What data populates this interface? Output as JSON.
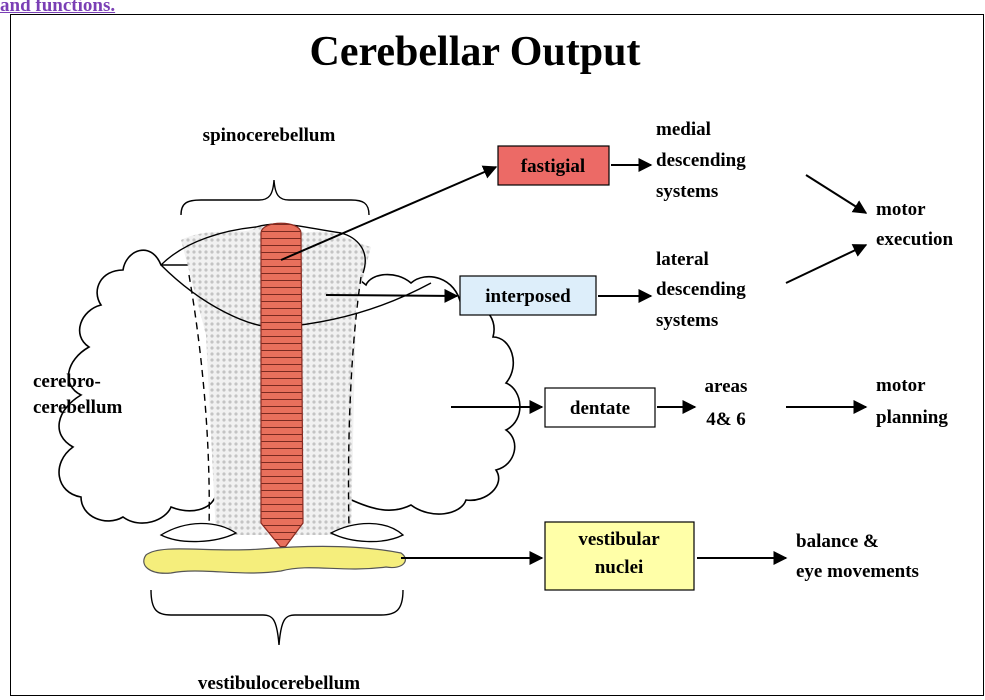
{
  "header": {
    "link_text": "and functions."
  },
  "diagram": {
    "title": "Cerebellar Output",
    "regions": {
      "spinocerebellum": "spinocerebellum",
      "cerebrocerebellum_line1": "cerebro-",
      "cerebrocerebellum_line2": "cerebellum",
      "vestibulocerebellum": "vestibulocerebellum"
    },
    "nuclei": {
      "fastigial": "fastigial",
      "interposed": "interposed",
      "dentate": "dentate",
      "vestibular_line1": "vestibular",
      "vestibular_line2": "nuclei"
    },
    "targets": {
      "medial_line1": "medial",
      "medial_line2": "descending",
      "medial_line3": "systems",
      "lateral_line1": "lateral",
      "lateral_line2": "descending",
      "lateral_line3": "systems",
      "areas_line1": "areas",
      "areas_line2": "4& 6",
      "balance_line1": "balance &",
      "balance_line2": "eye movements"
    },
    "outcomes": {
      "execution_line1": "motor",
      "execution_line2": "execution",
      "planning_line1": "motor",
      "planning_line2": "planning"
    },
    "colors": {
      "fastigial_fill": "#ec6a66",
      "interposed_fill": "#ddeefa",
      "dentate_fill": "#ffffff",
      "vestibular_fill": "#ffffa8",
      "vermis_fill": "#e8705c",
      "flocculus_fill": "#f5ee7c",
      "link_color": "#7a3fb5"
    }
  }
}
